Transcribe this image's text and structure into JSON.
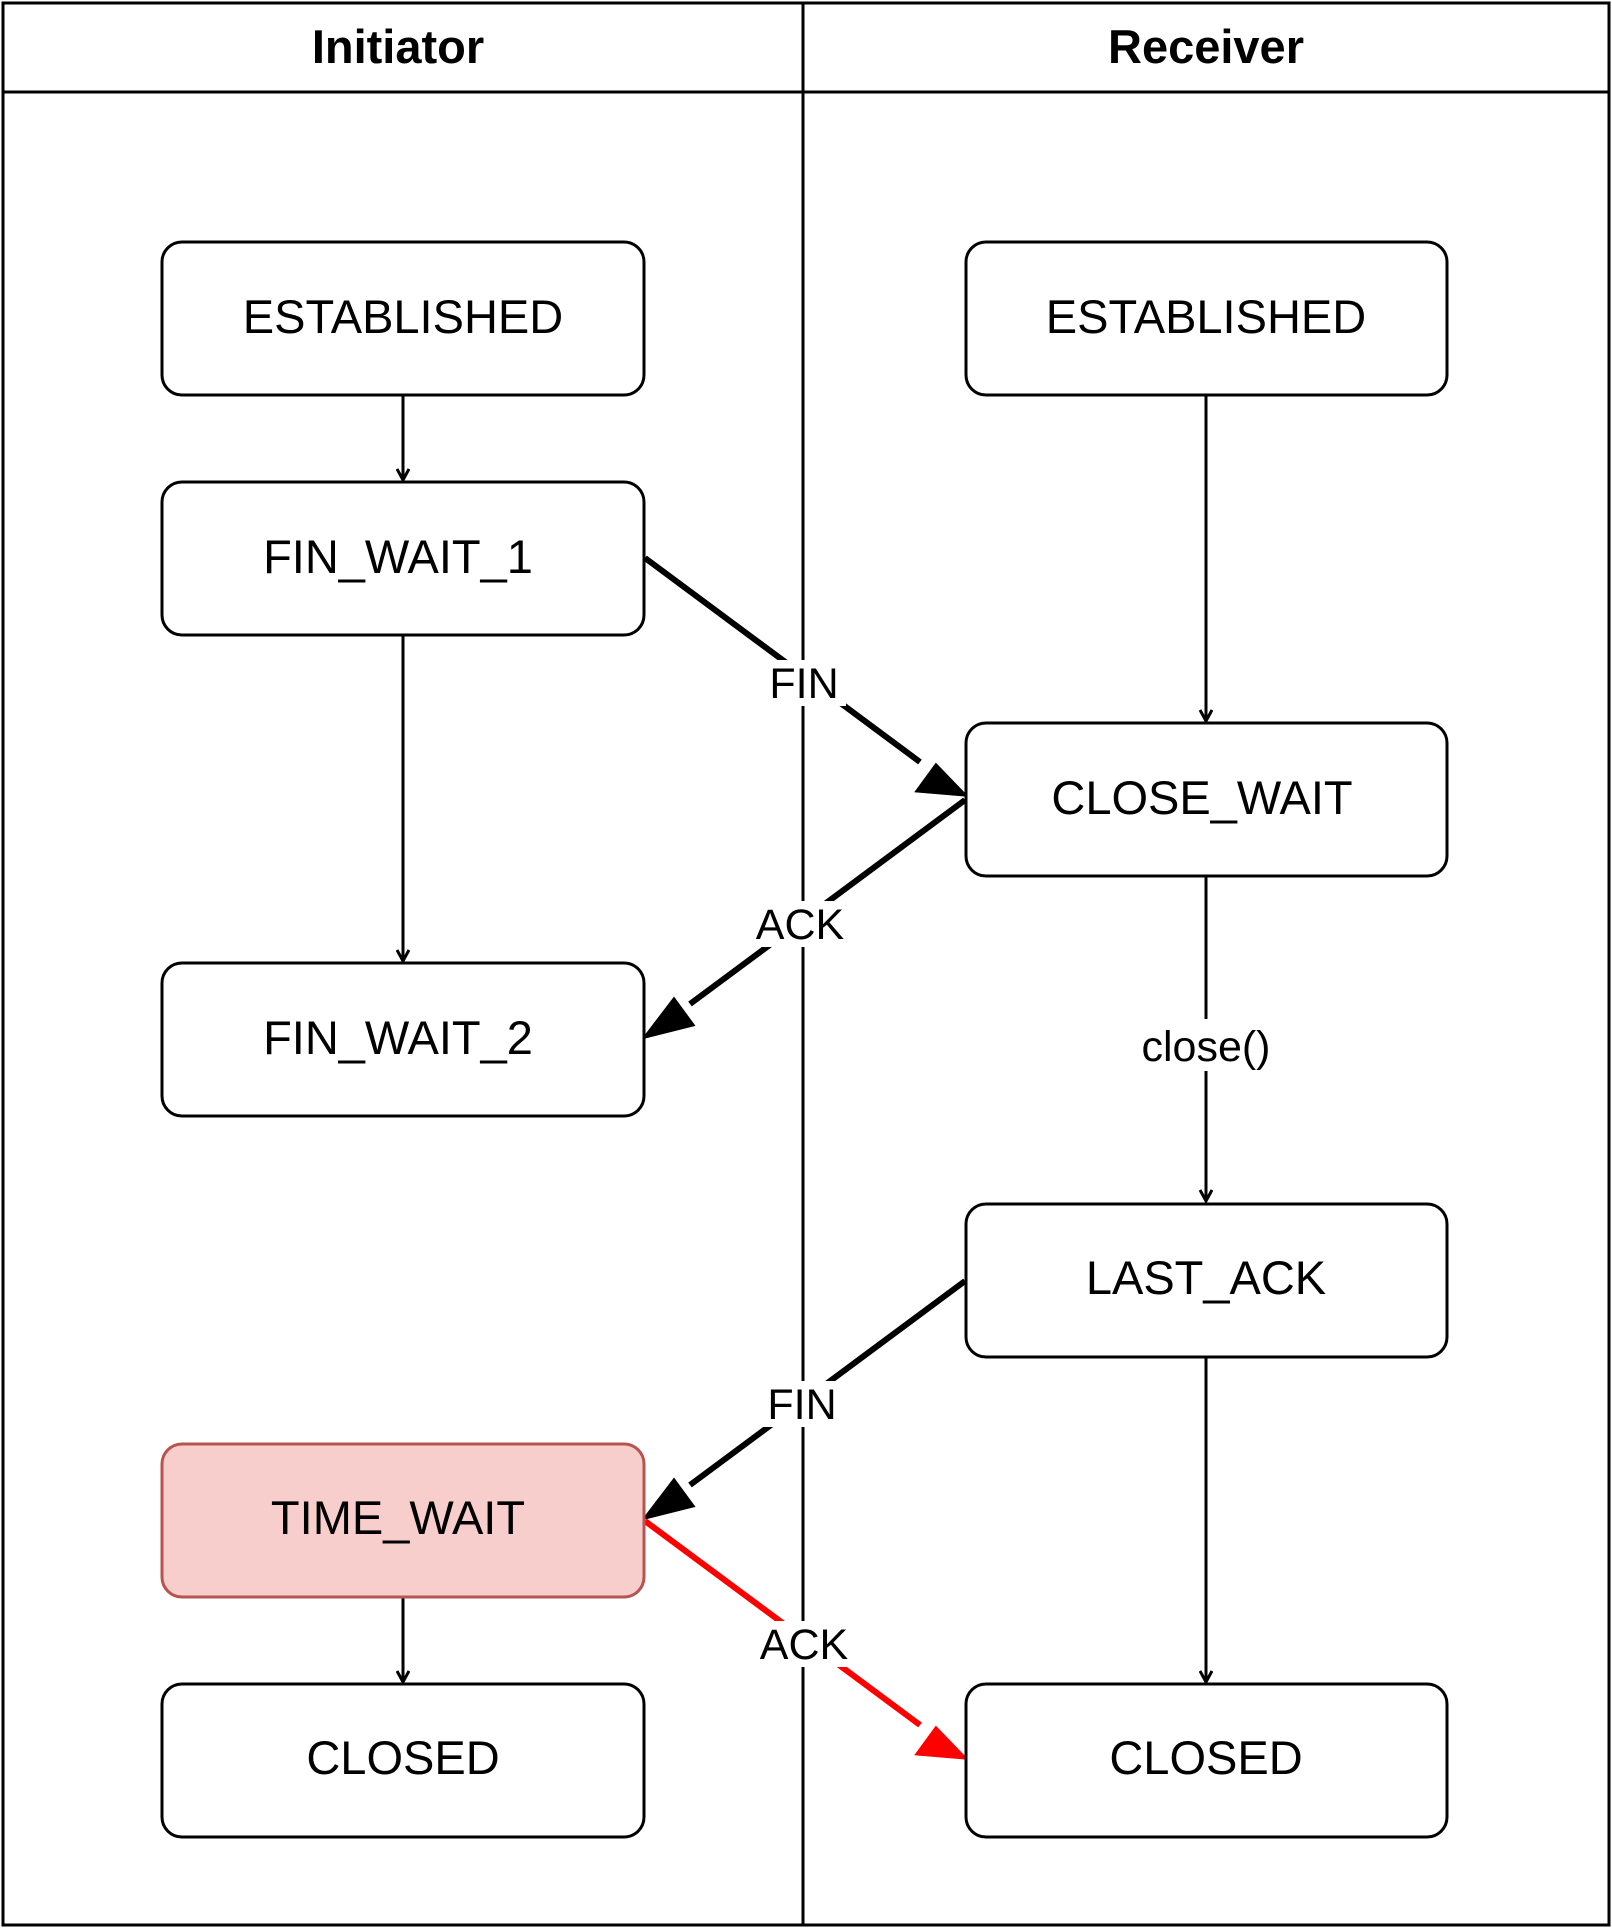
{
  "lanes": {
    "initiator": "Initiator",
    "receiver": "Receiver"
  },
  "initiator_states": {
    "established": "ESTABLISHED",
    "fin_wait_1": "FIN_WAIT_1",
    "fin_wait_2": "FIN_WAIT_2",
    "time_wait": "TIME_WAIT",
    "closed": "CLOSED"
  },
  "receiver_states": {
    "established": "ESTABLISHED",
    "close_wait": "CLOSE_WAIT",
    "last_ack": "LAST_ACK",
    "closed": "CLOSED"
  },
  "messages": {
    "fin_1": "FIN",
    "ack_1": "ACK",
    "fin_2": "FIN",
    "ack_2": "ACK"
  },
  "transitions": {
    "close_call": "close()"
  },
  "colors": {
    "highlight_fill": "#f8cecc",
    "highlight_border": "#b85450",
    "final_ack": "#ff0000"
  }
}
